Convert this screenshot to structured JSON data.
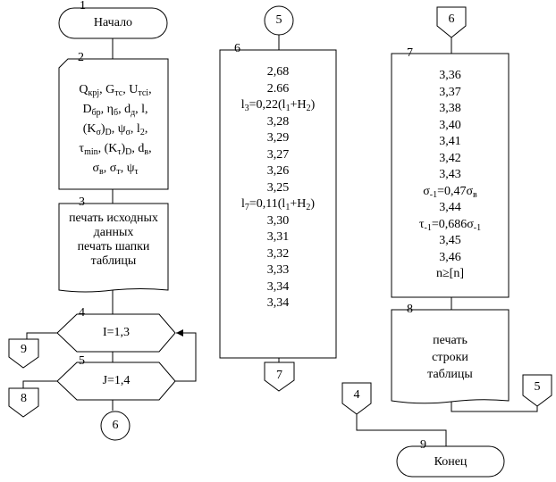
{
  "diagram": {
    "labels": {
      "start": "Начало",
      "end": "Конец",
      "print_initial": [
        "печать исходных",
        "данных",
        "печать шапки",
        "таблицы"
      ],
      "print_row": [
        "печать",
        "строки",
        "таблицы"
      ],
      "loop_i": "I=1,3",
      "loop_j": "J=1,4"
    },
    "block_numbers": {
      "start": "1",
      "input": "2",
      "print_initial": "3",
      "loop_i": "4",
      "loop_j": "5",
      "compute_a": "6",
      "compute_b": "7",
      "print_row": "8",
      "end": "9"
    },
    "connectors": {
      "to_6": "6",
      "to_8": "8",
      "to_9": "9",
      "from_5": "5",
      "to_7": "7",
      "from_6": "6",
      "to_5": "5",
      "from_4": "4"
    },
    "compute_a_lines": [
      "2,68",
      "2.66",
      "l3=0,22(l1+H2)",
      "3,28",
      "3,29",
      "3,27",
      "3,26",
      "3,25",
      "l7=0,11(l1+H2)",
      "3,30",
      "3,31",
      "3,32",
      "3,33",
      "3,34",
      "3,34"
    ],
    "compute_b_lines": [
      "3,36",
      "3,37",
      "3,38",
      "3,40",
      "3,41",
      "3,42",
      "3,43",
      "σ-1=0,47σв",
      "3,44",
      "τ-1=0,686σ-1",
      "3,45",
      "3,46",
      "n≥[n]"
    ],
    "input_lines": [
      "Qкрj, Gтс, Uтсi,",
      "Dбр, ηб, dд, l,",
      "(Kσ)D, ψσ, l2,",
      "τmin, (Kτ)D, dв,",
      "σв, σт, ψτ"
    ]
  }
}
